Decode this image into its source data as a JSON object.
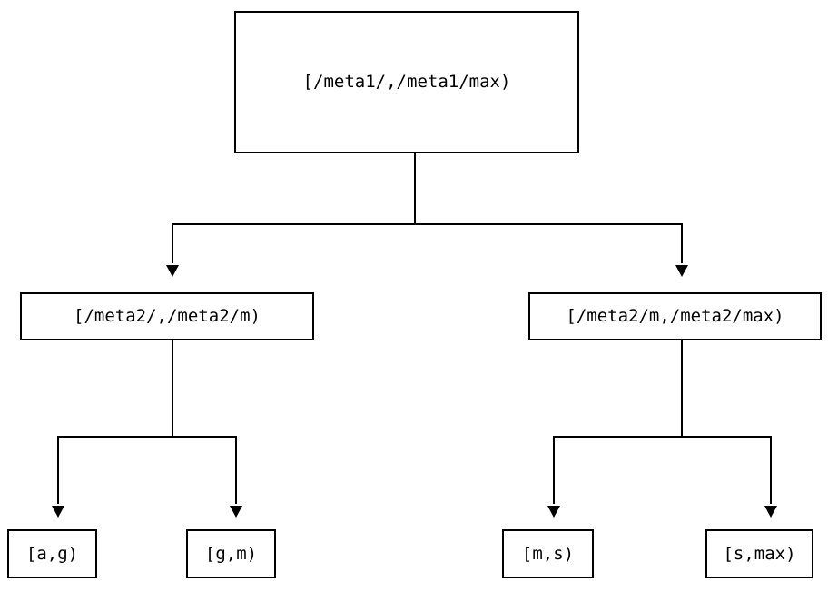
{
  "diagram": {
    "type": "tree",
    "title": "",
    "orientation": "top-down",
    "line_color": "#000000",
    "box_fill": "#ffffff",
    "box_border_color": "#000000",
    "nodes": {
      "root": {
        "label": "[/meta1/,/meta1/max)"
      },
      "level2": [
        {
          "label": "[/meta2/,/meta2/m)"
        },
        {
          "label": "[/meta2/m,/meta2/max)"
        }
      ],
      "leaves": [
        {
          "label": "[a,g)"
        },
        {
          "label": "[g,m)"
        },
        {
          "label": "[m,s)"
        },
        {
          "label": "[s,max)"
        }
      ]
    }
  }
}
